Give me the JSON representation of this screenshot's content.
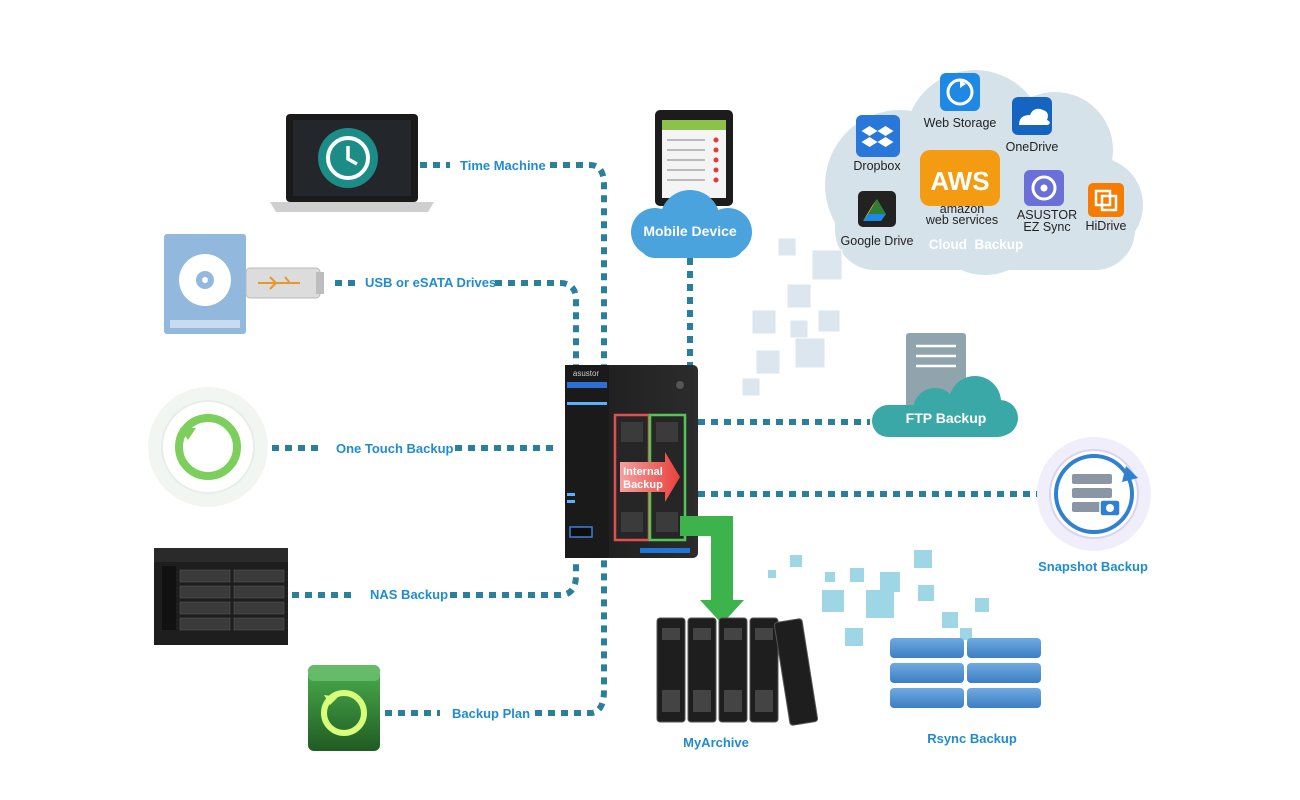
{
  "links": {
    "time_machine": "Time Machine",
    "usb_esata": "USB or eSATA Drives",
    "one_touch": "One Touch Backup",
    "nas_backup": "NAS Backup",
    "backup_plan": "Backup Plan"
  },
  "mobile_device": "Mobile Device",
  "nas": {
    "brand": "asustor",
    "internal_backup_line1": "Internal",
    "internal_backup_line2": "Backup"
  },
  "cloud": {
    "title": "Cloud  Backup",
    "services": {
      "web_storage": "Web Storage",
      "dropbox": "Dropbox",
      "onedrive": "OneDrive",
      "aws_logo": "AWS",
      "aws_line1": "amazon",
      "aws_line2": "web services",
      "google_drive": "Google Drive",
      "ez_sync_line1": "ASUSTOR",
      "ez_sync_line2": "EZ Sync",
      "hidrive": "HiDrive"
    }
  },
  "ftp_backup": "FTP Backup",
  "snapshot_backup": "Snapshot Backup",
  "myarchive": "MyArchive",
  "rsync_backup": "Rsync Backup",
  "colors": {
    "link_blue": "#1f8ccf",
    "dotted_teal": "#2a7f9a",
    "arrow_green": "#3cb44b",
    "cloud_gray": "#d5e2ea",
    "ftp_cloud": "#3aa8a6"
  }
}
